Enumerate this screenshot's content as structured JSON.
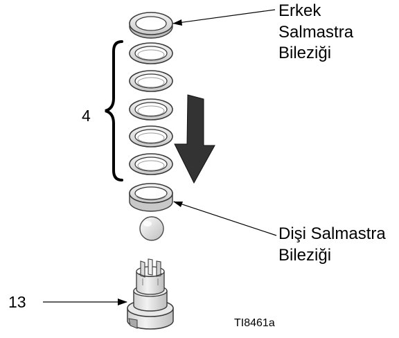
{
  "labels": {
    "male_adapter": [
      "Erkek",
      "Salmastra",
      "Bileziği"
    ],
    "female_adapter": [
      "Dişi Salmastra",
      "Bileziği"
    ],
    "packing_count": "4",
    "part_number": "13",
    "figure_id": "TI8461a"
  },
  "icons": {
    "direction": "down-arrow-icon"
  },
  "colors": {
    "part_fill": "#e4e4e4",
    "part_outline": "#3a3a3a",
    "arrow_fill": "#333333",
    "text": "#000000"
  }
}
